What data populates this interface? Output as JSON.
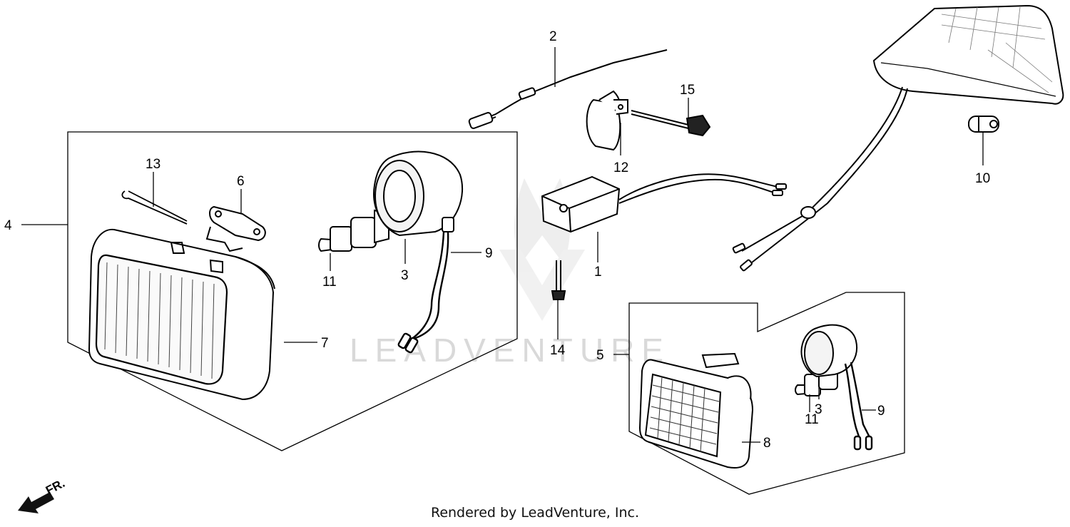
{
  "watermark": {
    "text": "LEADVENTURE"
  },
  "credit": "Rendered by LeadVenture, Inc.",
  "direction": {
    "label": "FR."
  },
  "callouts": {
    "c1": "1",
    "c2": "2",
    "c3a": "3",
    "c3b": "3",
    "c4": "4",
    "c5": "5",
    "c6": "6",
    "c7": "7",
    "c8": "8",
    "c9a": "9",
    "c9b": "9",
    "c10": "10",
    "c11a": "11",
    "c11b": "11",
    "c12": "12",
    "c13": "13",
    "c14": "14",
    "c15": "15"
  }
}
